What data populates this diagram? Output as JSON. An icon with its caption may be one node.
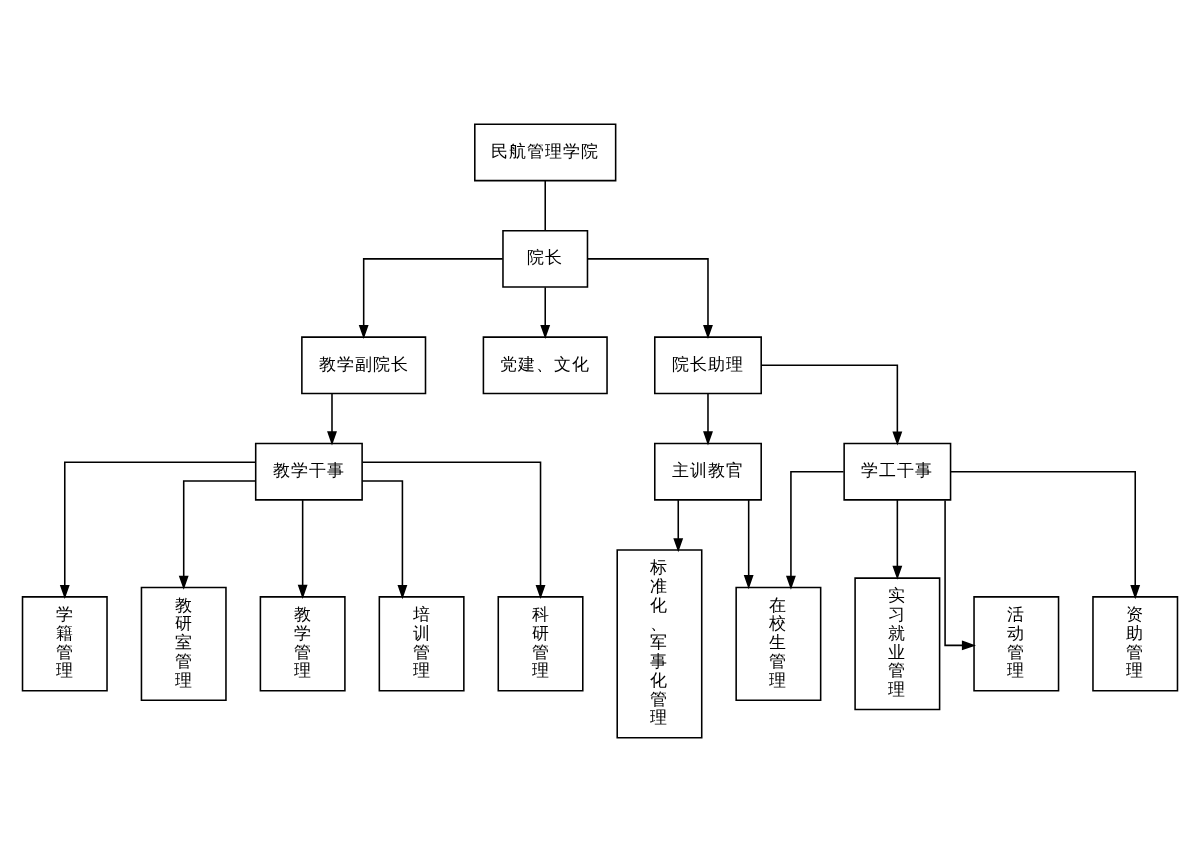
{
  "diagram": {
    "nodes": [
      {
        "text": [
          "民航管理学院"
        ]
      },
      {
        "text": [
          "院长"
        ]
      },
      {
        "text": [
          "教学副院长"
        ]
      },
      {
        "text": [
          "党建、文化"
        ]
      },
      {
        "text": [
          "院长助理"
        ]
      },
      {
        "text": [
          "教学干事"
        ]
      },
      {
        "text": [
          "主训教官"
        ]
      },
      {
        "text": [
          "学工干事"
        ]
      },
      {
        "text": [
          "学籍管理"
        ]
      },
      {
        "text": [
          "教研室管理"
        ]
      },
      {
        "text": [
          "教学管理"
        ]
      },
      {
        "text": [
          "培训管理"
        ]
      },
      {
        "text": [
          "科研管理"
        ]
      },
      {
        "text": [
          "标准化、军事化管理"
        ]
      },
      {
        "text": [
          "在校生管理"
        ]
      },
      {
        "text": [
          "实习就业管理"
        ]
      },
      {
        "text": [
          "活动管理"
        ]
      },
      {
        "text": [
          "资助管理"
        ]
      }
    ],
    "edges": [
      {
        "from": 0,
        "to": 1,
        "arrow": "none"
      },
      {
        "from": 1,
        "to": 2,
        "arrow": "to"
      },
      {
        "from": 1,
        "to": 3,
        "arrow": "to"
      },
      {
        "from": 1,
        "to": 4,
        "arrow": "to"
      },
      {
        "from": 2,
        "to": 5,
        "arrow": "to"
      },
      {
        "from": 4,
        "to": 6,
        "arrow": "to"
      },
      {
        "from": 4,
        "to": 7,
        "arrow": "to"
      },
      {
        "from": 5,
        "to": 8,
        "arrow": "to"
      },
      {
        "from": 5,
        "to": 9,
        "arrow": "to"
      },
      {
        "from": 5,
        "to": 10,
        "arrow": "to"
      },
      {
        "from": 5,
        "to": 11,
        "arrow": "to"
      },
      {
        "from": 5,
        "to": 12,
        "arrow": "to"
      },
      {
        "from": 6,
        "to": 13,
        "arrow": "to"
      },
      {
        "from": 6,
        "to": 14,
        "arrow": "to"
      },
      {
        "from": 7,
        "to": 14,
        "arrow": "to"
      },
      {
        "from": 7,
        "to": 15,
        "arrow": "to"
      },
      {
        "from": 7,
        "to": 16,
        "arrow": "to"
      },
      {
        "from": 7,
        "to": 17,
        "arrow": "to"
      }
    ]
  }
}
